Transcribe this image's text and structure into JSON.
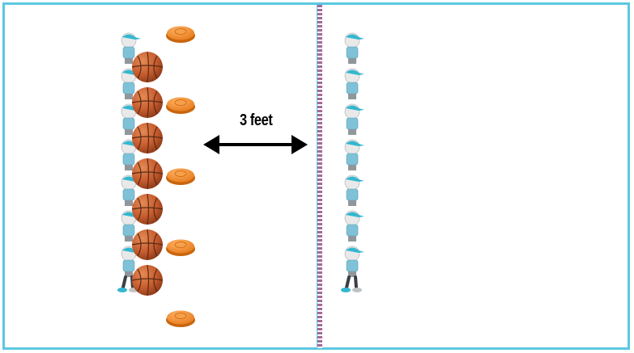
{
  "diagram": {
    "distance_label": "3 feet",
    "left_line": {
      "players": 7,
      "basketballs": 7,
      "cones": 5
    },
    "right_line": {
      "players": 7
    },
    "arrow": "double-headed"
  },
  "colors": {
    "court_border": "#5cc8e0",
    "center_line": "#a46a9a",
    "cone": "#f08a24",
    "cone_dark": "#c9650d",
    "basketball": "#c55b2e",
    "basketball_seam": "#5a2a14",
    "player_shirt": "#7fc2d8",
    "player_cap": "#34b7cf",
    "player_skin": "#e9e9ea",
    "arrow": "#000000"
  },
  "icons": [
    "player-icon",
    "basketball-icon",
    "cone-icon",
    "double-arrow-icon"
  ]
}
